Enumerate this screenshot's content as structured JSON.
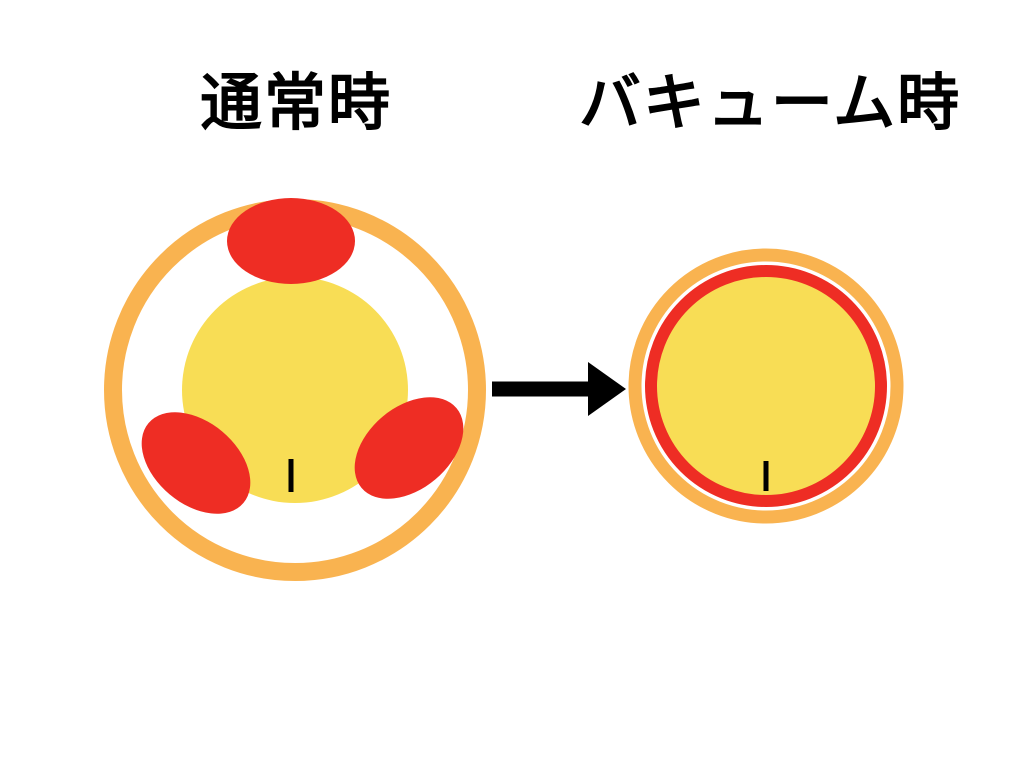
{
  "titles": {
    "left": "通常時",
    "right": "バキューム時"
  },
  "colors": {
    "orange": "#F9B350",
    "yellow": "#F8DD55",
    "red": "#EE2D24",
    "ink": "#000000",
    "bg": "#FFFFFF"
  },
  "figures": {
    "normal": {
      "label": "通常時",
      "elements": [
        "orange-outer-ring",
        "yellow-core-circle",
        "red-blob-top",
        "red-blob-bottom-left",
        "red-blob-bottom-right",
        "black-tick-mark"
      ]
    },
    "vacuum": {
      "label": "バキューム時",
      "elements": [
        "orange-outer-ring",
        "red-inner-ring",
        "yellow-core-circle",
        "black-tick-mark"
      ]
    },
    "connector": "arrow-right"
  }
}
